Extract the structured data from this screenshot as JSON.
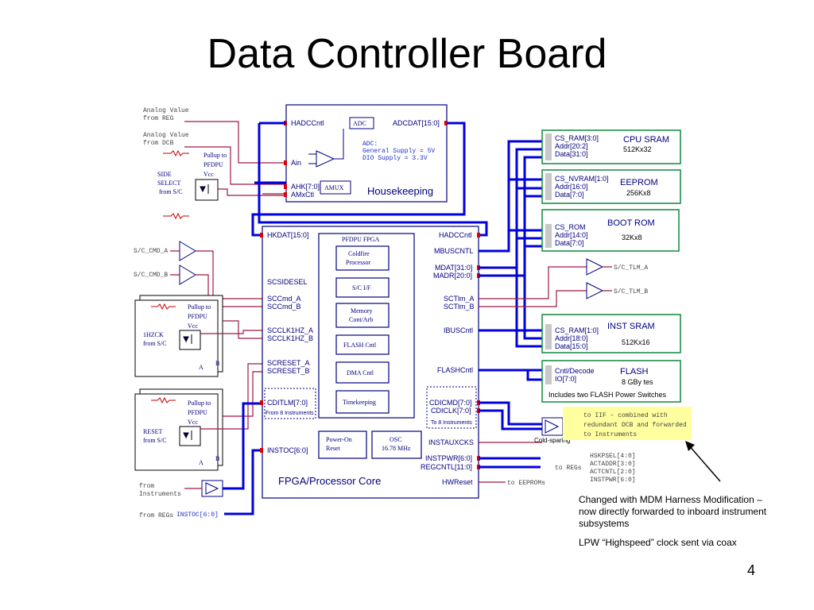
{
  "title": "Data Controller Board",
  "page_number": "4",
  "notes": {
    "note1": "Changed with MDM Harness Modification – now directly forwarded to inboard instrument subsystems",
    "note2": "LPW “Highspeed” clock sent via coax"
  },
  "left_labels": {
    "analog_reg_1": "Analog Value",
    "analog_reg_2": "from REG",
    "analog_dcb_1": "Analog Value",
    "analog_dcb_2": "from DCB",
    "side_1": "SIDE",
    "side_2": "SELECT",
    "side_3": "from S/C",
    "pullup_1": "Pullup to",
    "pullup_2": "PFDPU",
    "vcc": "Vcc",
    "sc_cmd_a": "S/C_CMD_A",
    "sc_cmd_b": "S/C_CMD_B",
    "hzck_1": "1HZCK",
    "hzck_2": "from S/C",
    "reset_1": "RESET",
    "reset_2": "from S/C",
    "a": "A",
    "b": "B",
    "from_instr_1": "from",
    "from_instr_2": "Instruments",
    "from_regs": "from REGs",
    "instoc_bus": "INSTOC[6:0]"
  },
  "housekeeping": {
    "title": "Housekeeping",
    "hadccntl": "HADCCntl",
    "adc": "ADC",
    "adcdat": "ADCDAT[15:0]",
    "adc_note_1": "ADC:",
    "adc_note_2": "General Supply = 5V",
    "adc_note_3": "DIO Supply = 3.3V",
    "ain": "Ain",
    "ahk": "AHK[7:0]",
    "amux": "AMUX",
    "amxctl": "AMxCtl"
  },
  "fpga": {
    "title": "FPGA/Processor Core",
    "hkdat": "HKDAT[15:0]",
    "hadccntl": "HADCCntl",
    "mbuscntl": "MBUSCNTL",
    "mdat": "MDAT[31:0]",
    "madr": "MADR[20:0]",
    "scsidesel": "SCSIDESEL",
    "sccmd_a": "SCCmd_A",
    "sccmd_b": "SCCmd_B",
    "sctlm_a": "SCTlm_A",
    "sctlm_b": "SCTlm_B",
    "ibuscntl": "IBUSCntl",
    "scclk_a": "SCCLK1HZ_A",
    "scclk_b": "SCCLK1HZ_B",
    "screset_a": "SCRESET_A",
    "screset_b": "SCRESET_B",
    "flashcntl": "FLASHCntl",
    "cditlm": "CDITLM[7:0]",
    "from8": "From 8 Instruments",
    "cdicmd": "CDICMD[7:0]",
    "cdiclk": "CDICLK[7:0]",
    "to8": "To 8 Instruments",
    "instoc": "INSTOC[6:0]",
    "instauxcks": "INSTAUXCKS",
    "instpwr": "INSTPWR[6:0]",
    "regcntl": "REGCNTL[11:0]",
    "hwreset": "HWReset",
    "pfdpu_fpga": "PFDPU FPGA",
    "coldfire_1": "Coldfire",
    "coldfire_2": "Processor",
    "sci": "S/C I/F",
    "mem_1": "Memory",
    "mem_2": "Cont/Arb",
    "flash": "FLASH Cntl",
    "dma": "DMA Cntl",
    "time": "Timekeeping",
    "por_1": "Power-On",
    "por_2": "Reset",
    "osc_1": "OSC",
    "osc_2": "16.78 MHz"
  },
  "memory": {
    "cpu_title": "CPU SRAM",
    "cpu_size": "512Kx32",
    "cpu_1": "CS_RAM[3:0]",
    "cpu_2": "Addr[20:2]",
    "cpu_3": "Data[31:0]",
    "eep_title": "EEPROM",
    "eep_size": "256Kx8",
    "eep_1": "CS_NVRAM[1:0]",
    "eep_2": "Addr[16:0]",
    "eep_3": "Data[7:0]",
    "boot_title": "BOOT ROM",
    "boot_size": "32Kx8",
    "boot_1": "CS_ROM",
    "boot_2": "Addr[14:0]",
    "boot_3": "Data[7:0]",
    "inst_title": "INST SRAM",
    "inst_size": "512Kx16",
    "inst_1": "CS_RAM[1:0]",
    "inst_2": "Addr[18:0]",
    "inst_3": "Data[15:0]",
    "flash_title": "FLASH",
    "flash_size": "8 GBy tes",
    "flash_1": "Cntl/Decode",
    "flash_2": "IO[7:0]",
    "flash_note": "Includes two FLASH Power Switches"
  },
  "right_labels": {
    "tlm_a": "S/C_TLM_A",
    "tlm_b": "S/C_TLM_B",
    "iif_1": "to IIF – combined with",
    "iif_2": "redundant DCB and forwarded",
    "iif_3": "to Instruments",
    "cold": "Cold-sparing",
    "to_regs": "to REGs",
    "reg_1": "HSKPSEL[4:0]",
    "reg_2": "ACTADDR[3:0]",
    "reg_3": "ACTCNTL[2:0]",
    "reg_4": "INSTPWR[6:0]",
    "to_eeproms": "to EEPROMs"
  }
}
